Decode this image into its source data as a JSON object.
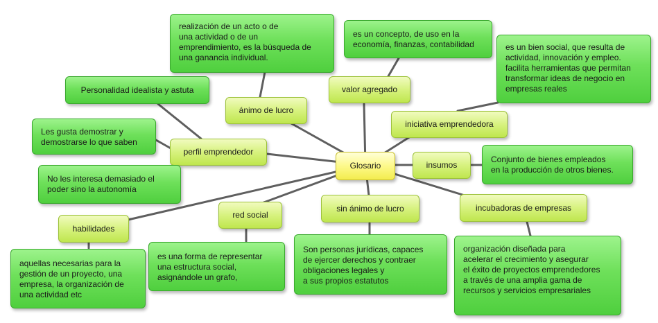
{
  "center": {
    "label": "Glosario"
  },
  "topics": {
    "animo_lucro": "ánimo de lucro",
    "valor_agregado": "valor agregado",
    "iniciativa": "iniciativa emprendedora",
    "insumos": "insumos",
    "perfil": "perfil emprendedor",
    "red_social": "red social",
    "sin_animo": "sin ánimo de lucro",
    "incubadoras": "incubadoras de empresas",
    "habilidades": "habilidades"
  },
  "definitions": {
    "animo_lucro": "realización de un acto o de\nuna actividad o de un\nemprendimiento, es la búsqueda de\nuna ganancia individual.",
    "valor_agregado": "es un concepto, de uso en la\neconomía, finanzas, contabilidad",
    "iniciativa": "es un bien social, que resulta  de\nactividad, innovación y empleo.\nfacilita herramientas que permitan\ntransformar ideas de negocio en\nempresas reales",
    "insumos": "Conjunto de bienes empleados\nen la producción de otros bienes.",
    "perfil_1": "Personalidad idealista y astuta",
    "perfil_2": "Les gusta demostrar y\ndemostrarse lo que saben",
    "perfil_3": "No les interesa demasiado el\npoder sino la autonomía",
    "habilidades": "aquellas necesarias para la\ngestión de un proyecto, una\nempresa, la organización de\nuna actividad etc",
    "red_social": "es una forma de representar\nuna estructura social,\nasignándole un grafo,",
    "sin_animo": "Son personas jurídicas, capaces\nde ejercer derechos y contraer\nobligaciones legales y\na sus propios estatutos",
    "incubadoras": " organización diseñada para\nacelerar el crecimiento y asegurar\nel éxito de proyectos emprendedores\na través de una amplia gama de\nrecursos y servicios empresariales"
  },
  "colors": {
    "definition_fill": "#6ee05a",
    "topic_fill": "#d7f27f",
    "center_fill": "#fdf98a",
    "connector": "#5f5f5f"
  }
}
